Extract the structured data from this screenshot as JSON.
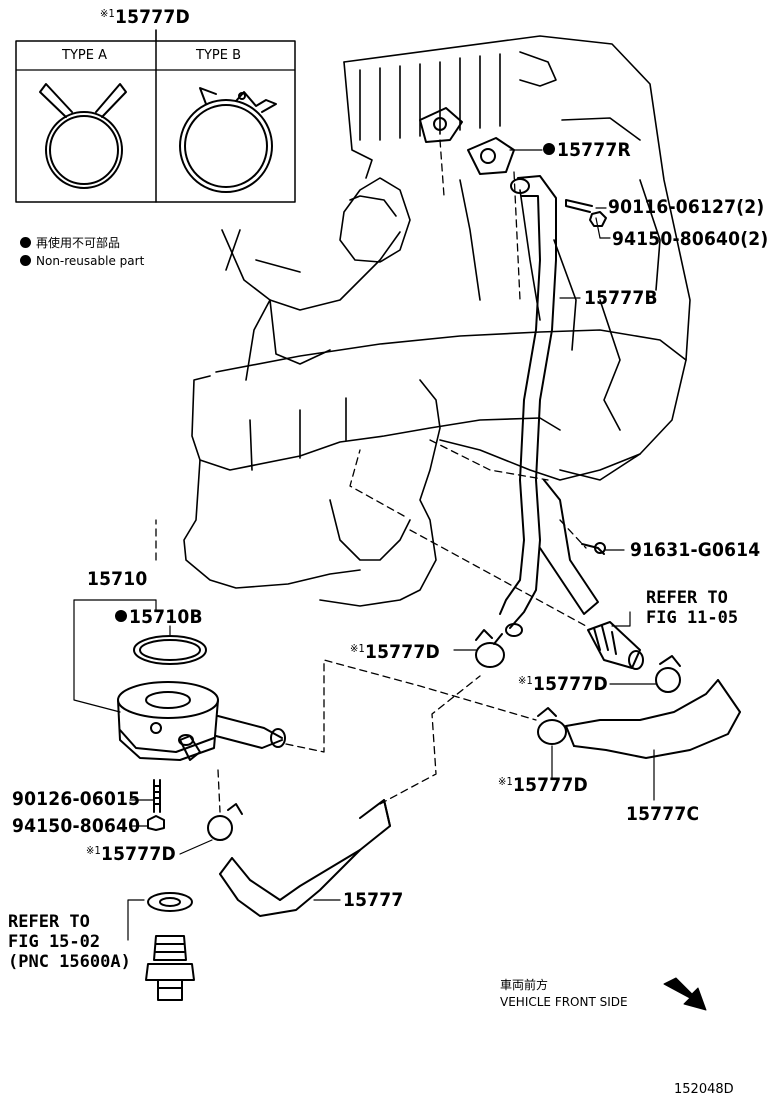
{
  "clamp_box": {
    "title": "15777D",
    "title_mark": "※1",
    "type_a": "TYPE A",
    "type_b": "TYPE B"
  },
  "legend": {
    "jp": "再使用不可部品",
    "en": "Non-reusable part"
  },
  "parts": {
    "p15777R": "15777R",
    "p90116": "90116-06127(2)",
    "p94150a": "94150-80640(2)",
    "p15777B": "15777B",
    "p91631": "91631-G0614",
    "p15710": "15710",
    "p15710B": "15710B",
    "p15777D_1": "15777D",
    "p15777D_2": "15777D",
    "p15777D_3": "15777D",
    "p15777D_4": "15777D",
    "p15777C": "15777C",
    "p90126": "90126-06015",
    "p94150b": "94150-80640",
    "p15777": "15777",
    "mark": "※1"
  },
  "refs": {
    "ref_11_05": "REFER TO\nFIG 11-05",
    "ref_15_02": "REFER TO\nFIG 15-02\n(PNC 15600A)"
  },
  "front": {
    "jp": "車両前方",
    "en": "VEHICLE FRONT SIDE"
  },
  "figure_number": "152048D"
}
